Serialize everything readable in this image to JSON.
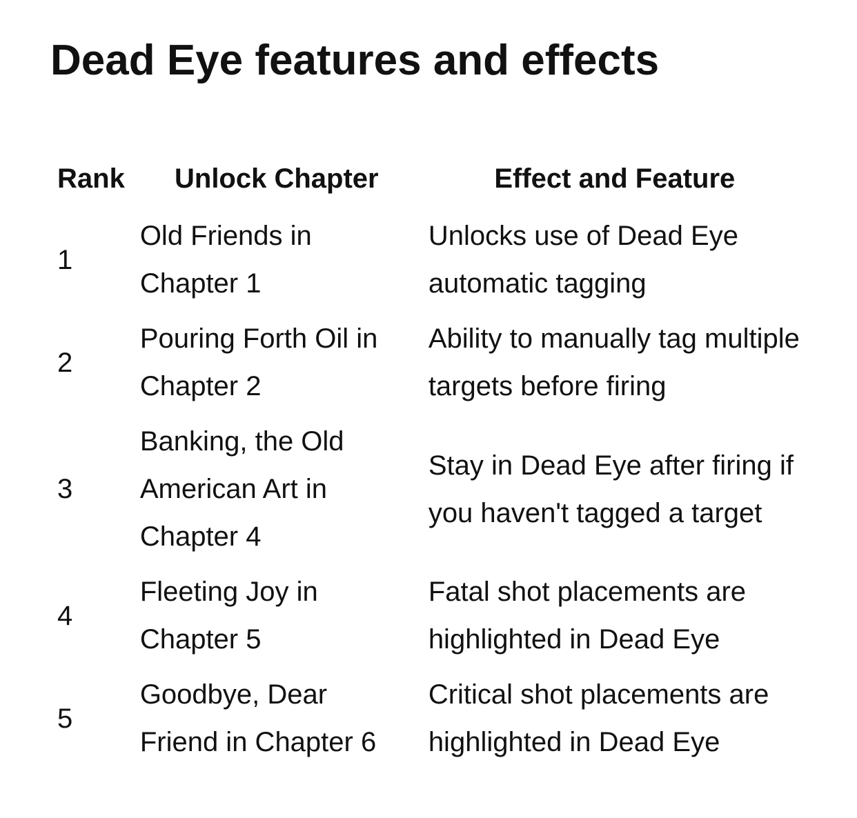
{
  "page": {
    "title": "Dead Eye features and effects"
  },
  "table": {
    "headers": {
      "rank": "Rank",
      "chapter": "Unlock Chapter",
      "effect": "Effect and Feature"
    },
    "rows": [
      {
        "rank": "1",
        "chapter": "Old Friends in Chapter 1",
        "effect": "Unlocks use of Dead Eye automatic tagging"
      },
      {
        "rank": "2",
        "chapter": "Pouring Forth Oil in Chapter 2",
        "effect": "Ability to manually tag multiple targets before firing"
      },
      {
        "rank": "3",
        "chapter": "Banking, the Old American Art in Chapter 4",
        "effect": "Stay in Dead Eye after firing if you haven't tagged a target"
      },
      {
        "rank": "4",
        "chapter": "Fleeting Joy in Chapter 5",
        "effect": "Fatal shot placements are highlighted in Dead Eye"
      },
      {
        "rank": "5",
        "chapter": "Goodbye, Dear Friend in Chapter 6",
        "effect": "Critical shot placements are highlighted in Dead Eye"
      }
    ]
  }
}
